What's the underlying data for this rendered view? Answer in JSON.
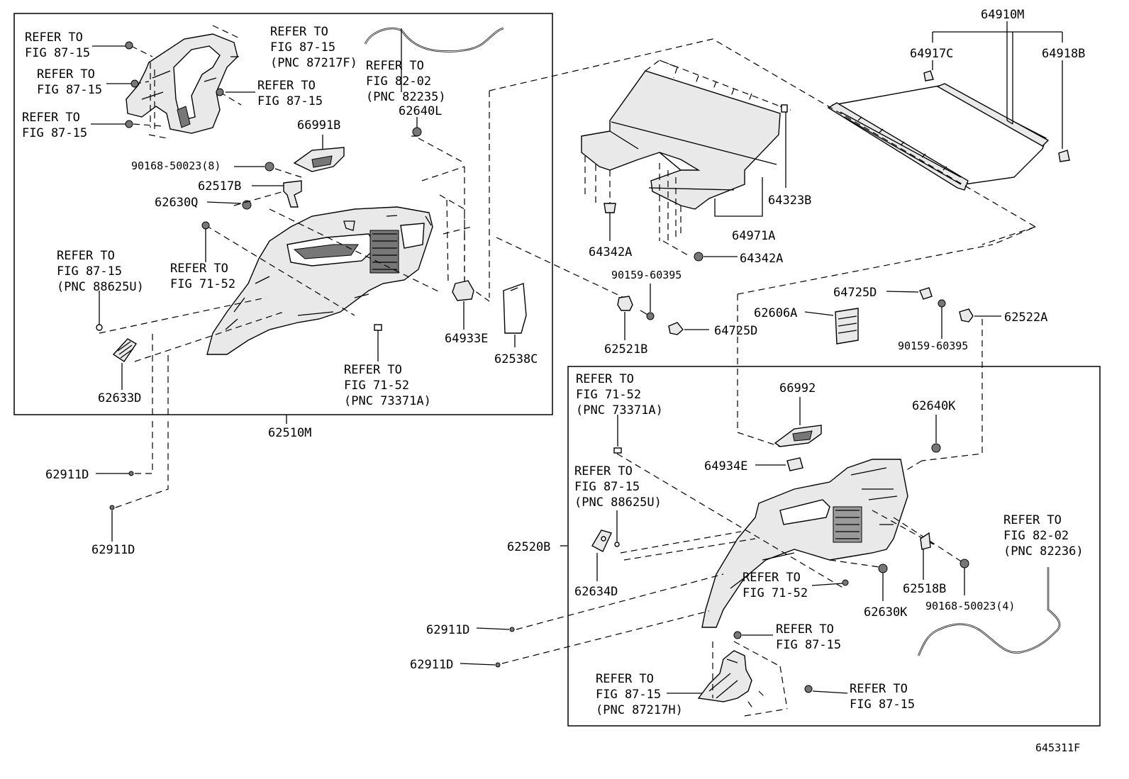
{
  "labels": {
    "l64910M": "64910M",
    "l64917C": "64917C",
    "l64918B": "64918B",
    "l64323B": "64323B",
    "l64971A": "64971A",
    "l64342A_a": "64342A",
    "l64342A_b": "64342A",
    "l90159_a": "90159-60395",
    "l62521B": "62521B",
    "l64725D_a": "64725D",
    "l64725D_b": "64725D",
    "l62606A": "62606A",
    "l90159_b": "90159-60395",
    "l62522A": "62522A",
    "l66991B": "66991B",
    "l90168_8": "90168-50023(8)",
    "l62517B": "62517B",
    "l62630Q": "62630Q",
    "l62640L": "62640L",
    "l64933E": "64933E",
    "l62538C": "62538C",
    "l62633D": "62633D",
    "l62510M": "62510M",
    "l62911D_a": "62911D",
    "l62911D_b": "62911D",
    "l62911D_c": "62911D",
    "l62911D_d": "62911D",
    "l66992": "66992",
    "l62640K": "62640K",
    "l64934E": "64934E",
    "l62520B": "62520B",
    "l62634D": "62634D",
    "l62630K": "62630K",
    "l62518B": "62518B",
    "l90168_4": "90168-50023(4)",
    "l645311F": "645311F"
  },
  "refs": {
    "r1": [
      "REFER TO",
      "FIG 87-15"
    ],
    "r2": [
      "REFER TO",
      "FIG 87-15"
    ],
    "r3": [
      "REFER TO",
      "FIG 87-15"
    ],
    "r4": [
      "REFER TO",
      "FIG 87-15",
      "(PNC 87217F)"
    ],
    "r5": [
      "REFER TO",
      "FIG 87-15"
    ],
    "r6": [
      "REFER TO",
      "FIG 82-02",
      "(PNC 82235)"
    ],
    "r7": [
      "REFER TO",
      "FIG 87-15",
      "(PNC 88625U)"
    ],
    "r8": [
      "REFER TO",
      "FIG 71-52"
    ],
    "r9": [
      "REFER TO",
      "FIG 71-52",
      "(PNC 73371A)"
    ],
    "r10": [
      "REFER TO",
      "FIG 71-52",
      "(PNC 73371A)"
    ],
    "r11": [
      "REFER TO",
      "FIG 87-15",
      "(PNC 88625U)"
    ],
    "r12": [
      "REFER TO",
      "FIG 71-52"
    ],
    "r13": [
      "REFER TO",
      "FIG 82-02",
      "(PNC 82236)"
    ],
    "r14": [
      "REFER TO",
      "FIG 87-15"
    ],
    "r15": [
      "REFER TO",
      "FIG 87-15",
      "(PNC 87217H)"
    ],
    "r16": [
      "REFER TO",
      "FIG 87-15"
    ]
  }
}
